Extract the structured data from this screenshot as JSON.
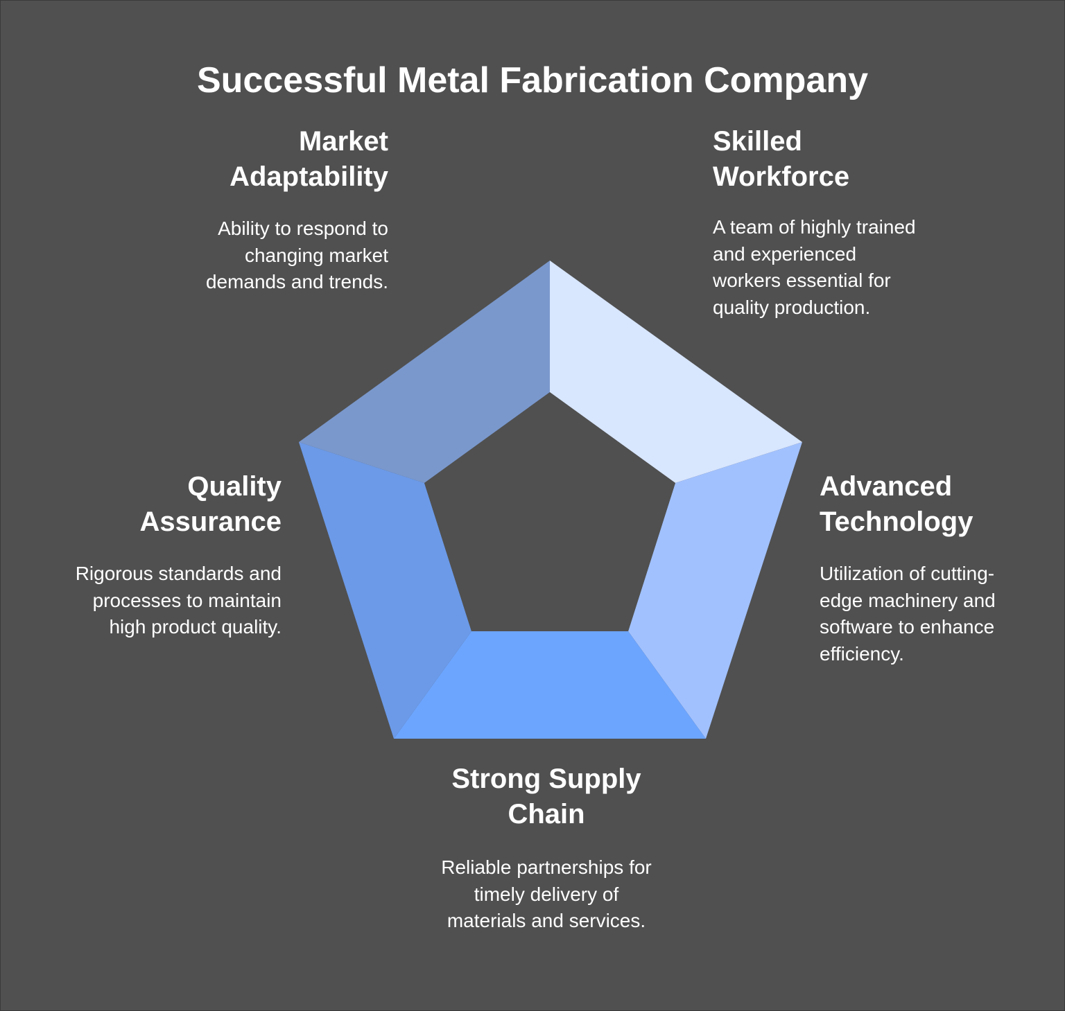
{
  "title": "Successful Metal Fabrication Company",
  "segments": [
    {
      "id": "market-adaptability",
      "heading_lines": [
        "Market",
        "Adaptability"
      ],
      "description_lines": [
        "Ability to respond to",
        "changing market",
        "demands and trends."
      ],
      "color": "#7a98cc"
    },
    {
      "id": "skilled-workforce",
      "heading_lines": [
        "Skilled",
        "Workforce"
      ],
      "description_lines": [
        "A team of highly trained",
        "and experienced",
        "workers essential for",
        "quality production."
      ],
      "color": "#d8e6fe"
    },
    {
      "id": "advanced-technology",
      "heading_lines": [
        "Advanced",
        "Technology"
      ],
      "description_lines": [
        "Utilization of cutting-",
        "edge machinery and",
        "software to enhance",
        "efficiency."
      ],
      "color": "#a1c1fe"
    },
    {
      "id": "strong-supply-chain",
      "heading_lines": [
        "Strong Supply",
        "Chain"
      ],
      "description_lines": [
        "Reliable partnerships for",
        "timely delivery of",
        "materials and services."
      ],
      "color": "#6ca5fe"
    },
    {
      "id": "quality-assurance",
      "heading_lines": [
        "Quality",
        "Assurance"
      ],
      "description_lines": [
        "Rigorous standards and",
        "processes to maintain",
        "high product quality."
      ],
      "color": "#6c9ae8"
    }
  ],
  "colors": {
    "background": "#505050",
    "text": "#ffffff"
  }
}
